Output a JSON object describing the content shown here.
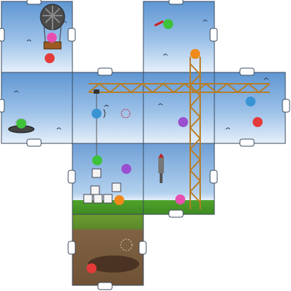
{
  "game": {
    "type": "jigsaw-puzzle-scene",
    "colors": {
      "sky_top": "#5f96d2",
      "sky_bottom": "#e6f0fa",
      "grass": "#4fa32b",
      "dirt": "#6f5236",
      "crane": "#b87d25",
      "tile_border": "#3a4a5e"
    },
    "characters": [
      {
        "name": "pink-blob",
        "color": "#e94fb0"
      },
      {
        "name": "red-blob",
        "color": "#e43a3a"
      },
      {
        "name": "green-blob",
        "color": "#3dc23a"
      },
      {
        "name": "orange-blob",
        "color": "#f08a1a"
      },
      {
        "name": "blue-blob",
        "color": "#3a94d4"
      },
      {
        "name": "purple-blob",
        "color": "#9a4fd0"
      }
    ]
  }
}
